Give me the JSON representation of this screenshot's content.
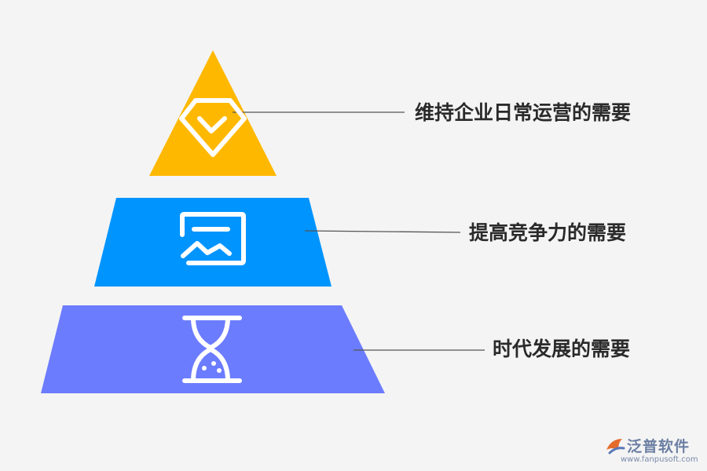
{
  "levels": [
    {
      "label": "维持企业日常运营的需要",
      "color": "#FFB800",
      "icon": "diamond-check-icon"
    },
    {
      "label": "提高竞争力的需要",
      "color": "#0094FF",
      "icon": "browser-chart-icon"
    },
    {
      "label": "时代发展的需要",
      "color": "#6C7CFF",
      "icon": "hourglass-icon"
    }
  ],
  "connector_color": "#555555",
  "background": "#f4f4f4",
  "brand": {
    "name": "泛普软件",
    "url": "www.fanpusoft.com",
    "icon": "fanpu-logo-icon"
  }
}
